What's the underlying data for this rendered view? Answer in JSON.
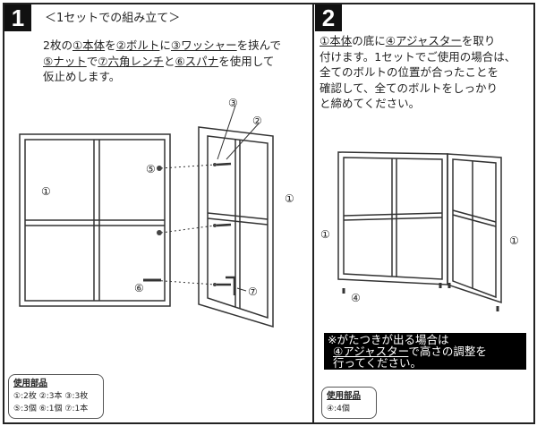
{
  "step1": {
    "number": "1",
    "title": "＜1セットでの組み立て＞",
    "instructions": {
      "l1a": "2枚の",
      "l1b": "①本体",
      "l1c": "を",
      "l1d": "②ボルト",
      "l1e": "に",
      "l1f": "③ワッシャー",
      "l1g": "を挟んで",
      "l2a": "⑤ナット",
      "l2b": "で",
      "l2c": "⑦六角レンチ",
      "l2d": "と",
      "l2e": "⑥スパナ",
      "l2f": "を使用して",
      "l3": "仮止めします。"
    },
    "labels": {
      "washer": "③",
      "bolt": "②",
      "body_right": "①",
      "nut": "⑤",
      "body_left": "①",
      "spanner": "⑥",
      "wrench": "⑦"
    },
    "parts": {
      "title": "使用部品",
      "line1": "①:2枚 ②:3本 ③:3枚",
      "line2": "⑤:3個 ⑥:1個 ⑦:1本"
    }
  },
  "step2": {
    "number": "2",
    "instructions": {
      "l1a": "①本体",
      "l1b": "の底に",
      "l1c": "④アジャスター",
      "l1d": "を取り",
      "l2": "付けます。1セットでご使用の場合は、",
      "l3": "全てのボルトの位置が合ったことを",
      "l4": "確認して、全てのボルトをしっかり",
      "l5": "と締めてください。"
    },
    "labels": {
      "body_left": "①",
      "body_right": "①",
      "adjuster": "④"
    },
    "note": {
      "l1": "※がたつきが出る場合は",
      "l2a": "④アジャスター",
      "l2b": "で高さの調整を",
      "l3": "行ってください。"
    },
    "parts": {
      "title": "使用部品",
      "line1": "④:4個"
    }
  }
}
